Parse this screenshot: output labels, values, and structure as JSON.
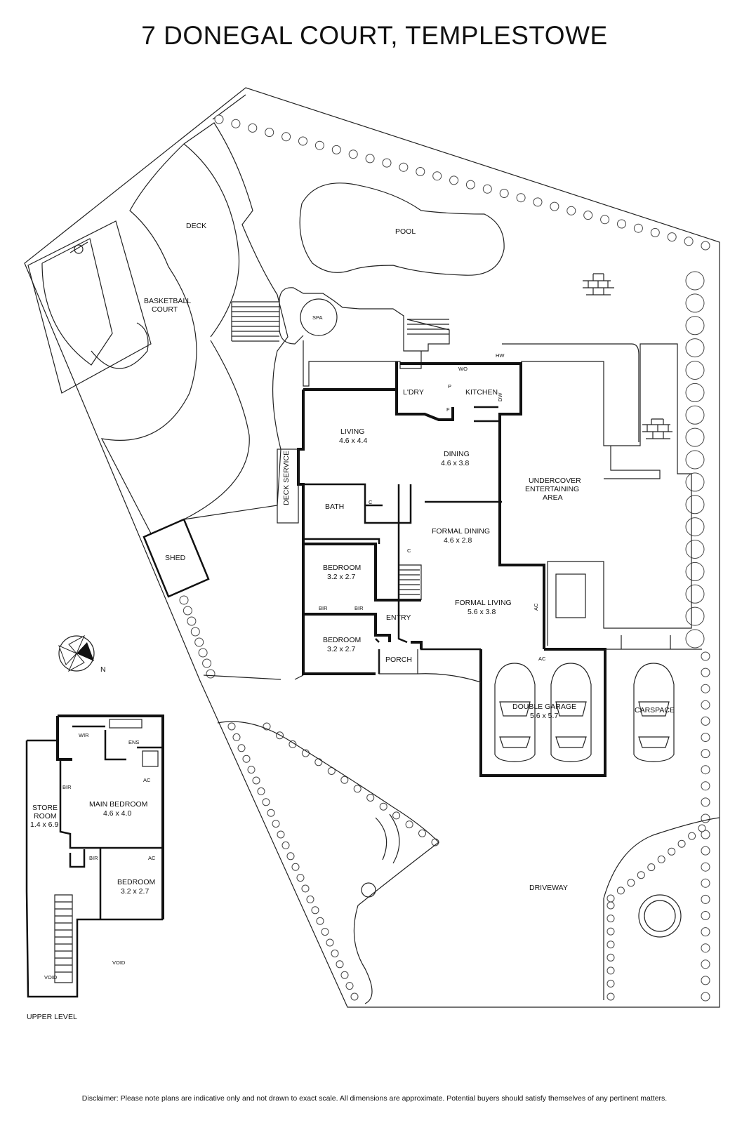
{
  "title": "7 DONEGAL COURT, TEMPLESTOWE",
  "disclaimer": "Disclaimer: Please note plans are indicative only and not drawn to exact scale. All dimensions are approximate. Potential buyers should satisfy themselves of any pertinent matters.",
  "compass_label": "N",
  "outdoor": {
    "deck": "DECK",
    "pool": "POOL",
    "spa": "SPA",
    "basketball_1": "BASKETBALL",
    "basketball_2": "COURT",
    "shed": "SHED",
    "deck_service": "DECK SERVICE",
    "undercover_1": "UNDERCOVER",
    "undercover_2": "ENTERTAINING",
    "undercover_3": "AREA",
    "driveway": "DRIVEWAY",
    "carspace": "CARSPACE",
    "porch": "PORCH"
  },
  "ground": {
    "living": {
      "name": "LIVING",
      "dim": "4.6 x 4.4"
    },
    "dining": {
      "name": "DINING",
      "dim": "4.6 x 3.8"
    },
    "kitchen": "KITCHEN",
    "laundry": "L'DRY",
    "bath": "BATH",
    "formal_dining": {
      "name": "FORMAL DINING",
      "dim": "4.6 x 2.8"
    },
    "formal_living": {
      "name": "FORMAL LIVING",
      "dim": "5.6 x 3.8"
    },
    "bedroom_1": {
      "name": "BEDROOM",
      "dim": "3.2 x 2.7"
    },
    "bedroom_2": {
      "name": "BEDROOM",
      "dim": "3.2 x 2.7"
    },
    "entry": "ENTRY",
    "garage": {
      "name": "DOUBLE GARAGE",
      "dim": "5.6 x 5.7"
    },
    "bir": "BIR",
    "c": "C",
    "wo": "WO",
    "p": "P",
    "f": "F",
    "hw": "HW",
    "dw": "DW",
    "ac": "AC"
  },
  "upper": {
    "label": "UPPER LEVEL",
    "main_bedroom": {
      "name": "MAIN BEDROOM",
      "dim": "4.6 x 4.0"
    },
    "bedroom": {
      "name": "BEDROOM",
      "dim": "3.2 x 2.7"
    },
    "store_room": {
      "name": "STORE",
      "name2": "ROOM",
      "dim": "1.4 x 6.9"
    },
    "wir": "WIR",
    "ens": "ENS",
    "bir": "BIR",
    "void": "VOID",
    "ac": "AC"
  }
}
